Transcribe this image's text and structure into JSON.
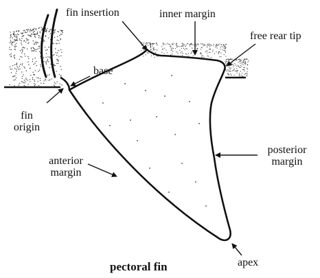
{
  "figure": {
    "title": "pectoral fin",
    "labels": {
      "fin_insertion": "fin insertion",
      "inner_margin": "inner margin",
      "free_rear_tip": "free rear tip",
      "base": "base",
      "fin_origin_line1": "fin",
      "fin_origin_line2": "origin",
      "posterior_margin_line1": "posterior",
      "posterior_margin_line2": "margin",
      "anterior_margin_line1": "anterior",
      "anterior_margin_line2": "margin",
      "apex": "apex"
    }
  }
}
